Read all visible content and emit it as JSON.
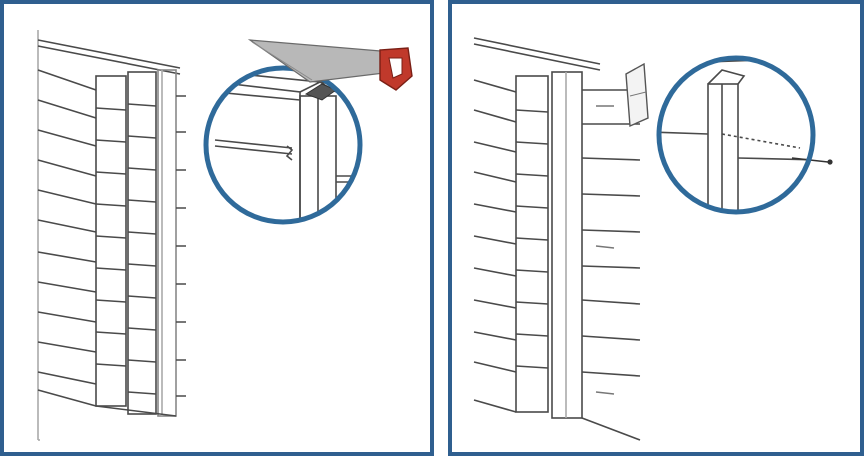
{
  "panels": [
    {
      "id": "left",
      "step": "cut-corner-trim-with-saw",
      "frame_color": "#2f5f8f",
      "magnifier_color": "#2f6a9a",
      "icons": [
        "hand-saw-icon"
      ]
    },
    {
      "id": "right",
      "step": "nail-corner-trim",
      "frame_color": "#2f5f8f",
      "magnifier_color": "#2f6a9a",
      "icons": [
        "nail-icon"
      ]
    }
  ],
  "colors": {
    "line": "#4a4a4a",
    "light_line": "#9a9a9a",
    "saw_handle": "#c0392b",
    "saw_blade": "#b8b8b8"
  }
}
